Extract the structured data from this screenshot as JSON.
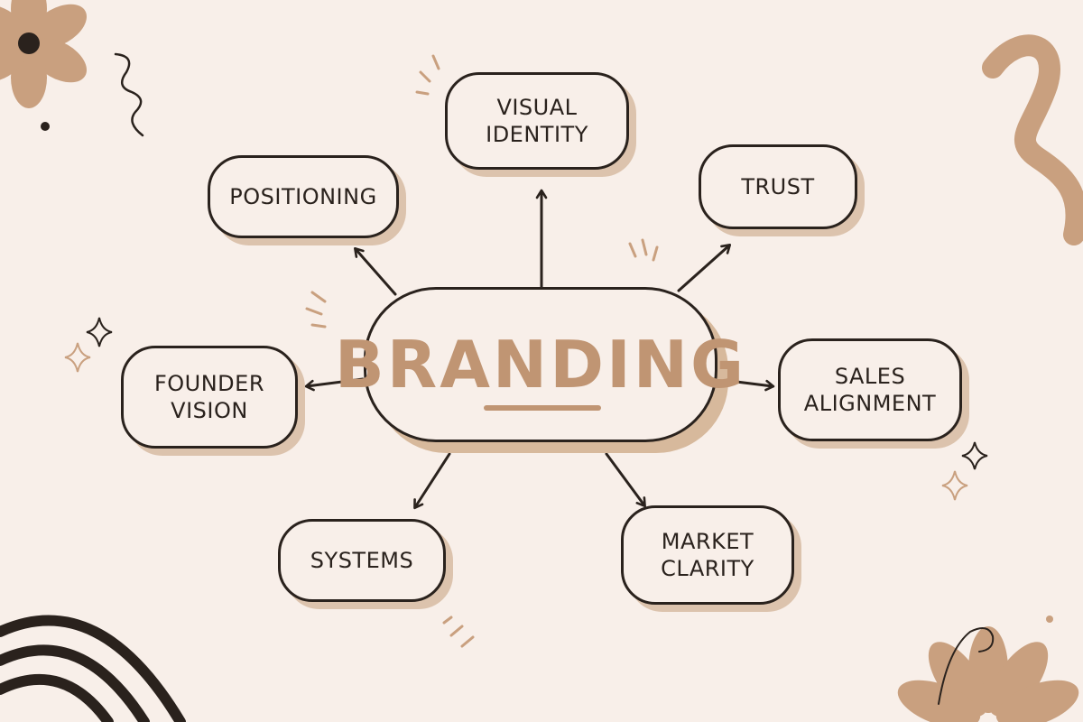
{
  "diagram": {
    "center": {
      "label": "BRANDING"
    },
    "nodes": [
      {
        "id": "visual-identity",
        "lines": [
          "VISUAL",
          "IDENTITY"
        ]
      },
      {
        "id": "positioning",
        "lines": [
          "POSITIONING"
        ]
      },
      {
        "id": "trust",
        "lines": [
          "TRUST"
        ]
      },
      {
        "id": "founder-vision",
        "lines": [
          "FOUNDER",
          "VISION"
        ]
      },
      {
        "id": "sales-alignment",
        "lines": [
          "SALES",
          "ALIGNMENT"
        ]
      },
      {
        "id": "systems",
        "lines": [
          "SYSTEMS"
        ]
      },
      {
        "id": "market-clarity",
        "lines": [
          "MARKET",
          "CLARITY"
        ]
      }
    ],
    "edges": [
      {
        "from": "branding",
        "to": "visual-identity"
      },
      {
        "from": "branding",
        "to": "positioning"
      },
      {
        "from": "branding",
        "to": "trust"
      },
      {
        "from": "branding",
        "to": "founder-vision"
      },
      {
        "from": "branding",
        "to": "sales-alignment"
      },
      {
        "from": "branding",
        "to": "systems"
      },
      {
        "from": "branding",
        "to": "market-clarity"
      }
    ]
  },
  "colors": {
    "background": "#f8efe9",
    "ink": "#2a221d",
    "accent": "#c09573",
    "shadow": "#dcc3ad"
  }
}
